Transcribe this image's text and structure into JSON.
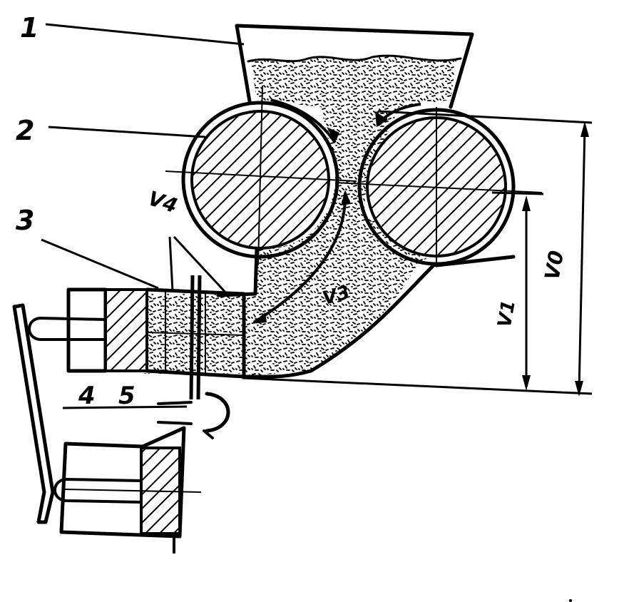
{
  "labels": {
    "hopper": "1",
    "rollers": "2",
    "chamber": "3",
    "lever": "4",
    "valve": "5",
    "v4": "V4",
    "v3": "V3",
    "v1": "V1",
    "v0": "V0"
  },
  "colors": {
    "ink": "#000000",
    "background": "#ffffff"
  }
}
